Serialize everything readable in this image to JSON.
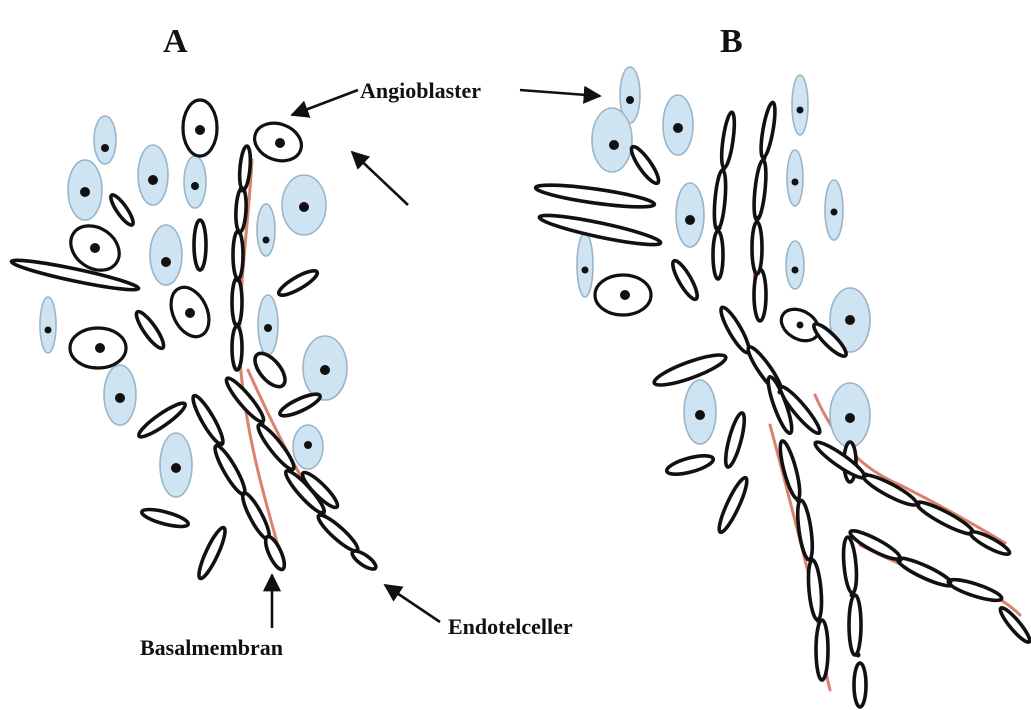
{
  "panels": {
    "a": "A",
    "b": "B"
  },
  "labels": {
    "angioblaster": "Angioblaster",
    "basalmembran": "Basalmembran",
    "endotelceller": "Endotelceller"
  },
  "colors": {
    "cell_fill": "#cfe4f2",
    "cell_outline": "#9ab4c8",
    "basal_membrane": "#d9826f",
    "endothelial_outline": "#111111"
  }
}
